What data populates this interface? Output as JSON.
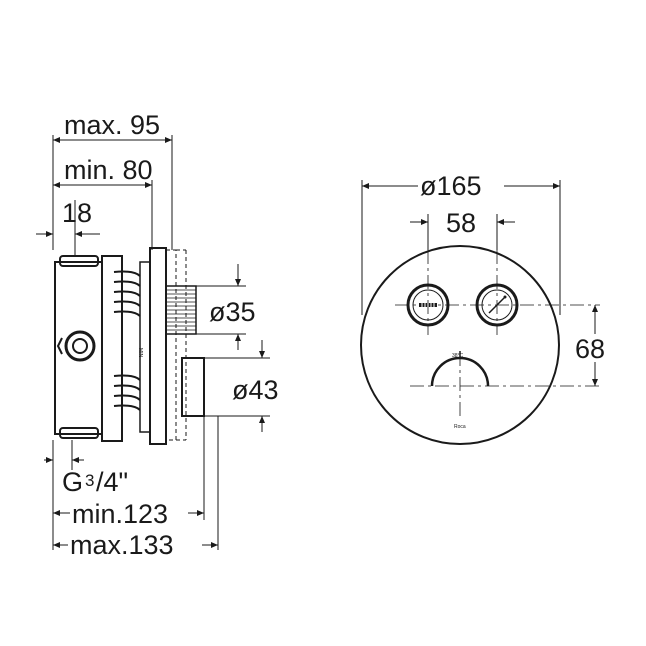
{
  "labels": {
    "max95": "max. 95",
    "min80": "min. 80",
    "d18": "18",
    "d35": "ø35",
    "d43": "ø43",
    "thread_g": "G",
    "thread_frac_num": "3",
    "thread_frac_den": "/4\"",
    "min123": "min.123",
    "max133": "max.133",
    "d165": "ø165",
    "d58": "58",
    "d68": "68",
    "temp_mark": "38°C",
    "brand": "Roca",
    "body_mark_min": "MIN"
  }
}
